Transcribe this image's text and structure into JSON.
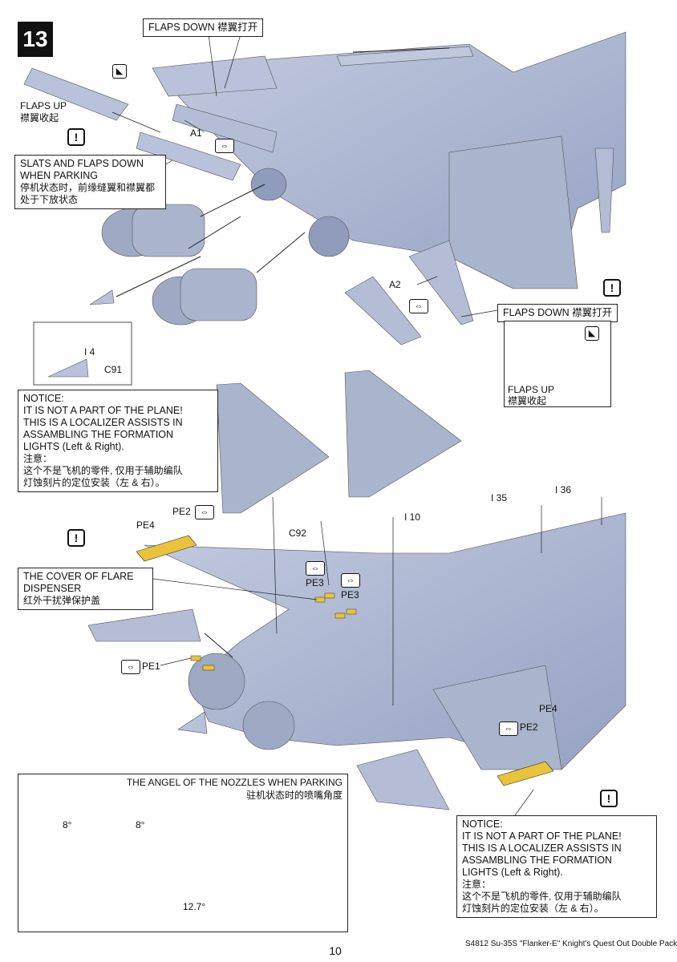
{
  "step": {
    "number": "13"
  },
  "labels": {
    "flaps_down_top": "FLAPS DOWN 襟翼打开",
    "flaps_up_left_en": "FLAPS UP",
    "flaps_up_left_cn": "襟翼收起",
    "slats_en_1": "SLATS AND FLAPS DOWN",
    "slats_en_2": "WHEN PARKING",
    "slats_cn_1": "停机状态时，前缘缝翼和襟翼都",
    "slats_cn_2": "处于下放状态",
    "a1": "A1",
    "a2": "A2",
    "flaps_down_right": "FLAPS DOWN 襟翼打开",
    "flaps_up_right_en": "FLAPS UP",
    "flaps_up_right_cn": "襟翼收起",
    "i4": "I 4",
    "c91": "C91",
    "pe4": "PE4",
    "pe2": "PE2",
    "c92": "C92",
    "i10": "I 10",
    "i35": "I 35",
    "i36": "I 36",
    "pe3_a": "PE3",
    "pe3_b": "PE3",
    "pe1": "PE1",
    "pe4_b": "PE4",
    "pe2_b": "PE2"
  },
  "notice": {
    "l1": "NOTICE:",
    "l2": "IT IS NOT A PART OF THE PLANE!",
    "l3": "THIS IS A LOCALIZER ASSISTS IN",
    "l4": "ASSAMBLING THE FORMATION",
    "l5": "LIGHTS (Left & Right).",
    "cn1": "注意：",
    "cn2": "这个不是飞机的零件, 仅用于辅助编队",
    "cn3": "灯蚀刻片的定位安装（左 & 右）。"
  },
  "flare": {
    "en1": "THE COVER OF FLARE",
    "en2": "DISPENSER",
    "cn": "红外干扰弹保护盖"
  },
  "nozzle_inset": {
    "title_en": "THE ANGEL OF THE NOZZLES WHEN PARKING",
    "title_cn": "驻机状态时的喷嘴角度",
    "angle_left": "8°",
    "angle_right": "8°",
    "angle_side": "12.7°"
  },
  "footer": {
    "text": "S4812 Su-35S \"Flanker-E\" Knight's Quest Out Double Pack",
    "page": "10"
  },
  "colors": {
    "part": "#aab5cf",
    "part_dark": "#8f9cbc",
    "pe": "#e9c33a"
  }
}
